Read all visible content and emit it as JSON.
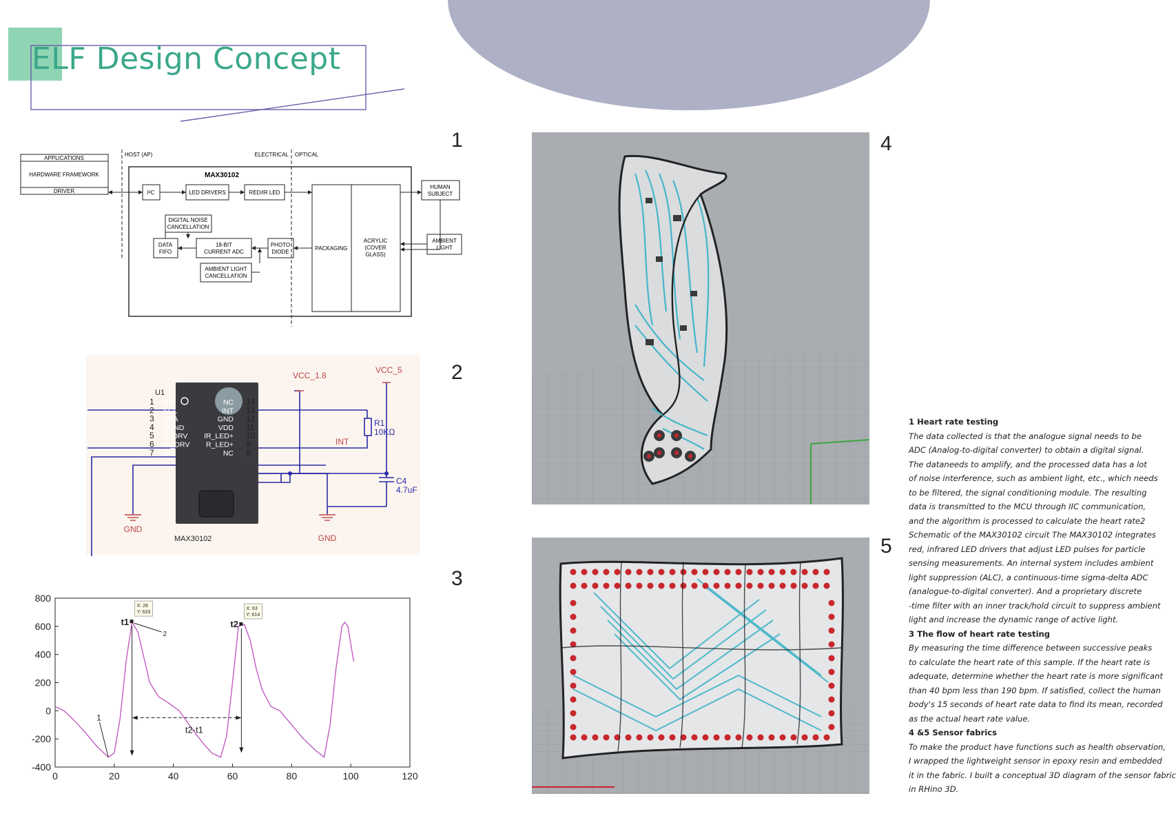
{
  "header": {
    "title": "ELF Design Concept"
  },
  "panel_numbers": [
    "1",
    "2",
    "3",
    "4",
    "5"
  ],
  "block_diagram": {
    "applications": "APPLICATIONS",
    "hardware_framework": "HARDWARE FRAMEWORK",
    "driver": "DRIVER",
    "host": "HOST (AP)",
    "electrical": "ELECTRICAL",
    "optical": "OPTICAL",
    "chip": "MAX30102",
    "i2c": "I²C",
    "led_drivers": "LED DRIVERS",
    "red_ir_led": "RED/IR LED",
    "digital_noise_1": "DIGITAL NOISE",
    "digital_noise_2": "CANCELLATION",
    "data_fifo_1": "DATA",
    "data_fifo_2": "FIFO",
    "adc_1": "18-BIT",
    "adc_2": "CURRENT ADC",
    "photo_1": "PHOTO",
    "photo_2": "DIODE",
    "ambient_cancel_1": "AMBIENT LIGHT",
    "ambient_cancel_2": "CANCELLATION",
    "packaging": "PACKAGING",
    "acrylic_1": "ACRYLIC",
    "acrylic_2": "(COVER",
    "acrylic_3": "GLASS)",
    "human_1": "HUMAN",
    "human_2": "SUBJECT",
    "ambient_1": "AMBIENT",
    "ambient_2": "LIGHT"
  },
  "schematic": {
    "vcc18": "VCC_1.8",
    "vcc5": "VCC_5",
    "u1": "U1",
    "r1": "R1",
    "r1_value": "10KΩ",
    "int_net": "INT",
    "c4": "C4",
    "c4_value": "4.7uF",
    "gnd": "GND",
    "part": "MAX30102",
    "left_pins": [
      {
        "num": "1",
        "name": "NC"
      },
      {
        "num": "2",
        "name": "SCL"
      },
      {
        "num": "3",
        "name": "SDA"
      },
      {
        "num": "4",
        "name": "PGND"
      },
      {
        "num": "5",
        "name": "R_DRV"
      },
      {
        "num": "6",
        "name": "IR_DRV"
      },
      {
        "num": "7",
        "name": "NC"
      }
    ],
    "right_pins": [
      {
        "num": "14",
        "name": "NC"
      },
      {
        "num": "13",
        "name": "INT"
      },
      {
        "num": "12",
        "name": "GND"
      },
      {
        "num": "11",
        "name": "VDD"
      },
      {
        "num": "10",
        "name": "IR_LED+"
      },
      {
        "num": "9",
        "name": "R_LED+"
      },
      {
        "num": "8",
        "name": "NC"
      }
    ]
  },
  "chart_data": {
    "type": "line",
    "xlim": [
      0,
      120
    ],
    "ylim": [
      -400,
      800
    ],
    "xticks": [
      "0",
      "20",
      "40",
      "60",
      "80",
      "100",
      "120"
    ],
    "yticks": [
      "-400",
      "-200",
      "0",
      "200",
      "400",
      "600",
      "800"
    ],
    "series": [
      {
        "color": "#c25bc2",
        "x": [
          0,
          3,
          6,
          10,
          14,
          18,
          20,
          22,
          24,
          26,
          28,
          30,
          32,
          35,
          38,
          42,
          46,
          50,
          53,
          56,
          58,
          60,
          62,
          64,
          66,
          68,
          70,
          73,
          76,
          80,
          84,
          88,
          91,
          93,
          95,
          97,
          98,
          99,
          101
        ],
        "y": [
          30,
          0,
          -60,
          -150,
          -250,
          -330,
          -300,
          -50,
          350,
          630,
          560,
          380,
          200,
          100,
          60,
          0,
          -120,
          -230,
          -300,
          -330,
          -180,
          200,
          600,
          614,
          500,
          300,
          150,
          30,
          0,
          -100,
          -200,
          -280,
          -330,
          -100,
          300,
          600,
          630,
          600,
          350
        ]
      }
    ],
    "annotations": {
      "t1": "t1",
      "t2": "t2",
      "t2_t1": "t2-t1",
      "label1": "1",
      "label2": "2",
      "tip1_x": "X: 26",
      "tip1_y": "Y: 633",
      "tip2_x": "X: 63",
      "tip2_y": "Y: 614"
    }
  },
  "description": [
    {
      "type": "heading",
      "text": "1 Heart rate testing"
    },
    {
      "type": "text",
      "text": "The data collected is that the analogue signal needs to be"
    },
    {
      "type": "text",
      "text": "ADC (Analog-to-digital converter) to obtain a digital signal."
    },
    {
      "type": "text",
      "text": "The dataneeds to amplify, and the processed data has a lot"
    },
    {
      "type": "text",
      "text": "of noise interference, such as ambient light, etc., which needs"
    },
    {
      "type": "text",
      "text": "to be filtered, the signal conditioning module. The resulting"
    },
    {
      "type": "text",
      "text": "data is transmitted to the MCU through IIC communication,"
    },
    {
      "type": "text",
      "text": "and the algorithm is processed to calculate the heart rate2"
    },
    {
      "type": "text",
      "text": "Schematic of the MAX30102 circuit The MAX30102 integrates"
    },
    {
      "type": "text",
      "text": "red, infrared LED drivers that adjust LED pulses for particle"
    },
    {
      "type": "text",
      "text": "sensing measurements. An internal system includes ambient"
    },
    {
      "type": "text",
      "text": "light suppression (ALC), a continuous-time sigma-delta ADC"
    },
    {
      "type": "text",
      "text": "(analogue-to-digital converter). And a proprietary discrete"
    },
    {
      "type": "text",
      "text": "-time filter with an inner track/hold circuit to suppress ambient"
    },
    {
      "type": "text",
      "text": " light and increase the dynamic range of active light."
    },
    {
      "type": "heading",
      "text": "3  The flow of heart rate testing"
    },
    {
      "type": "text",
      "text": "By measuring the time difference between successive peaks"
    },
    {
      "type": "text",
      "text": "to calculate the heart rate of this sample. If the heart rate is"
    },
    {
      "type": "text",
      "text": "adequate, determine whether the heart rate is more significant"
    },
    {
      "type": "text",
      "text": "than 40 bpm less than 190 bpm. If satisfied, collect the human"
    },
    {
      "type": "text",
      "text": "body's 15 seconds of heart rate data to find its mean, recorded"
    },
    {
      "type": "text",
      "text": "as the actual heart rate value."
    },
    {
      "type": "heading",
      "text": "4 &5 Sensor fabrics"
    },
    {
      "type": "text",
      "text": "To make the product have functions such as health observation,"
    },
    {
      "type": "text",
      "text": "I wrapped the lightweight sensor in epoxy resin and embedded"
    },
    {
      "type": "text",
      "text": "it in the fabric. I built a conceptual 3D diagram of the sensor fabric"
    },
    {
      "type": "text",
      "text": " in RHino 3D."
    }
  ],
  "colors": {
    "accent_green": "#3aa88a",
    "title_box_fill": "#8fd4b3",
    "title_frame": "#6a5fa8",
    "half_circle": "#aeb0c6",
    "render_bg": "#a9acb0",
    "circuit_cyan": "#3fb5c8",
    "pad_red": "#c8282d",
    "schematic_bg": "#fcf5ef",
    "schematic_wire": "#2a2aa6",
    "chart_line": "#c25bc2"
  },
  "icons": {
    "render_panel_4": "twisted-sensor-fabric-render",
    "render_panel_5": "flat-sensor-fabric-render"
  }
}
